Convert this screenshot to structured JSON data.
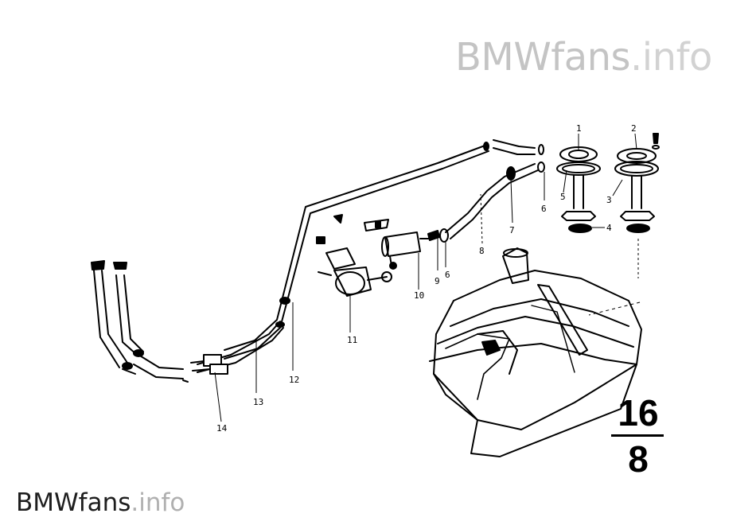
{
  "watermark_top": {
    "brand": "BMWfans",
    "tld": ".info"
  },
  "watermark_bottom": {
    "brand": "BMWfans",
    "tld": ".info"
  },
  "page_ref": {
    "group": "16",
    "page": "8"
  },
  "callouts": [
    {
      "id": "c1",
      "label": "1"
    },
    {
      "id": "c2",
      "label": "2"
    },
    {
      "id": "c3",
      "label": "3"
    },
    {
      "id": "c4",
      "label": "4"
    },
    {
      "id": "c5",
      "label": "5"
    },
    {
      "id": "c6a",
      "label": "6"
    },
    {
      "id": "c6b",
      "label": "6"
    },
    {
      "id": "c7",
      "label": "7"
    },
    {
      "id": "c8",
      "label": "8"
    },
    {
      "id": "c9",
      "label": "9"
    },
    {
      "id": "c10",
      "label": "10"
    },
    {
      "id": "c11",
      "label": "11"
    },
    {
      "id": "c12",
      "label": "12"
    },
    {
      "id": "c13",
      "label": "13"
    },
    {
      "id": "c14",
      "label": "14"
    }
  ]
}
